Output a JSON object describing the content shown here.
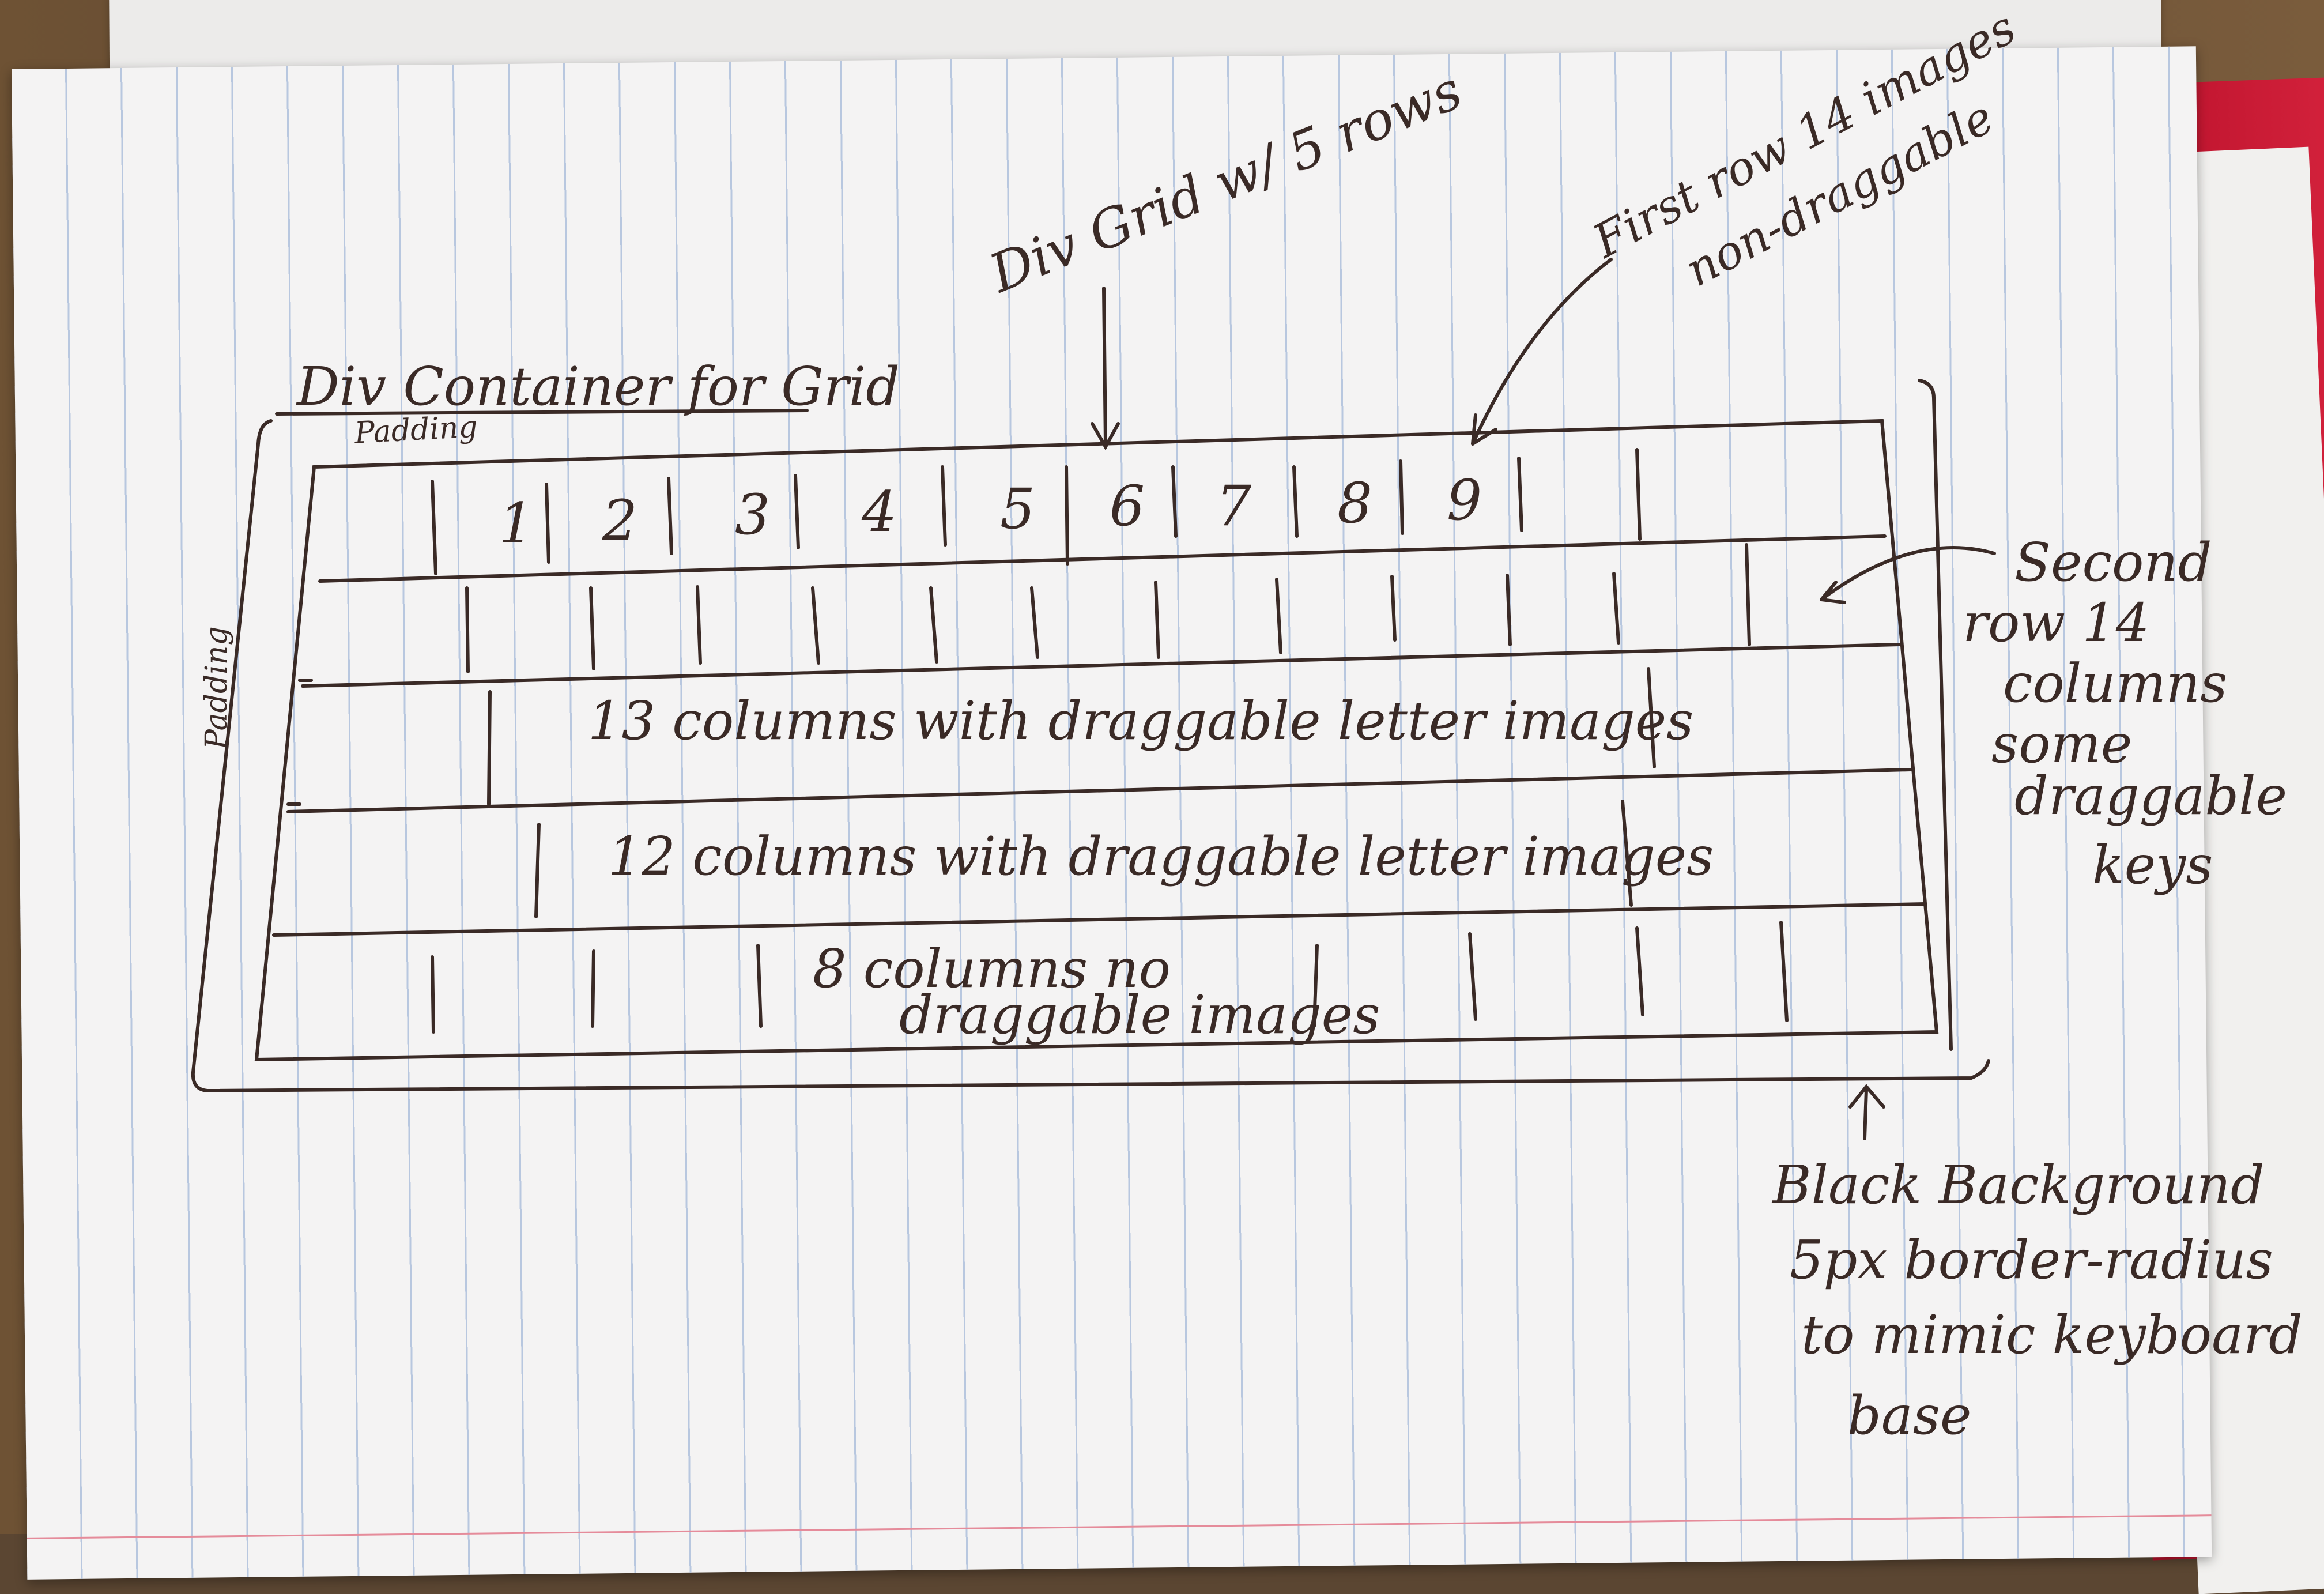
{
  "sketch": {
    "container_label": "Div Container for Grid",
    "padding_top_label": "Padding",
    "padding_left_label": "Padding",
    "grid_label": "Div Grid w/ 5 rows",
    "first_row_note": [
      "First row 14 images",
      "non-draggable"
    ],
    "second_row_note": [
      "Second",
      "row 14",
      "columns",
      "some",
      "draggable",
      "keys"
    ],
    "row1_numbers": [
      "1",
      "2",
      "3",
      "4",
      "5",
      "6",
      "7",
      "8",
      "9"
    ],
    "row3_label": "13 columns with draggable letter images",
    "row4_label": "12 columns with draggable letter images",
    "row5_label": [
      "8 columns no",
      "draggable images"
    ],
    "base_note": [
      "Black Background",
      "5px border-radius",
      "to mimic keyboard",
      "base"
    ],
    "ink_color": "#3a2a26",
    "paper_rule_color": "#b8c7df",
    "margin_color": "#e58b9a"
  }
}
